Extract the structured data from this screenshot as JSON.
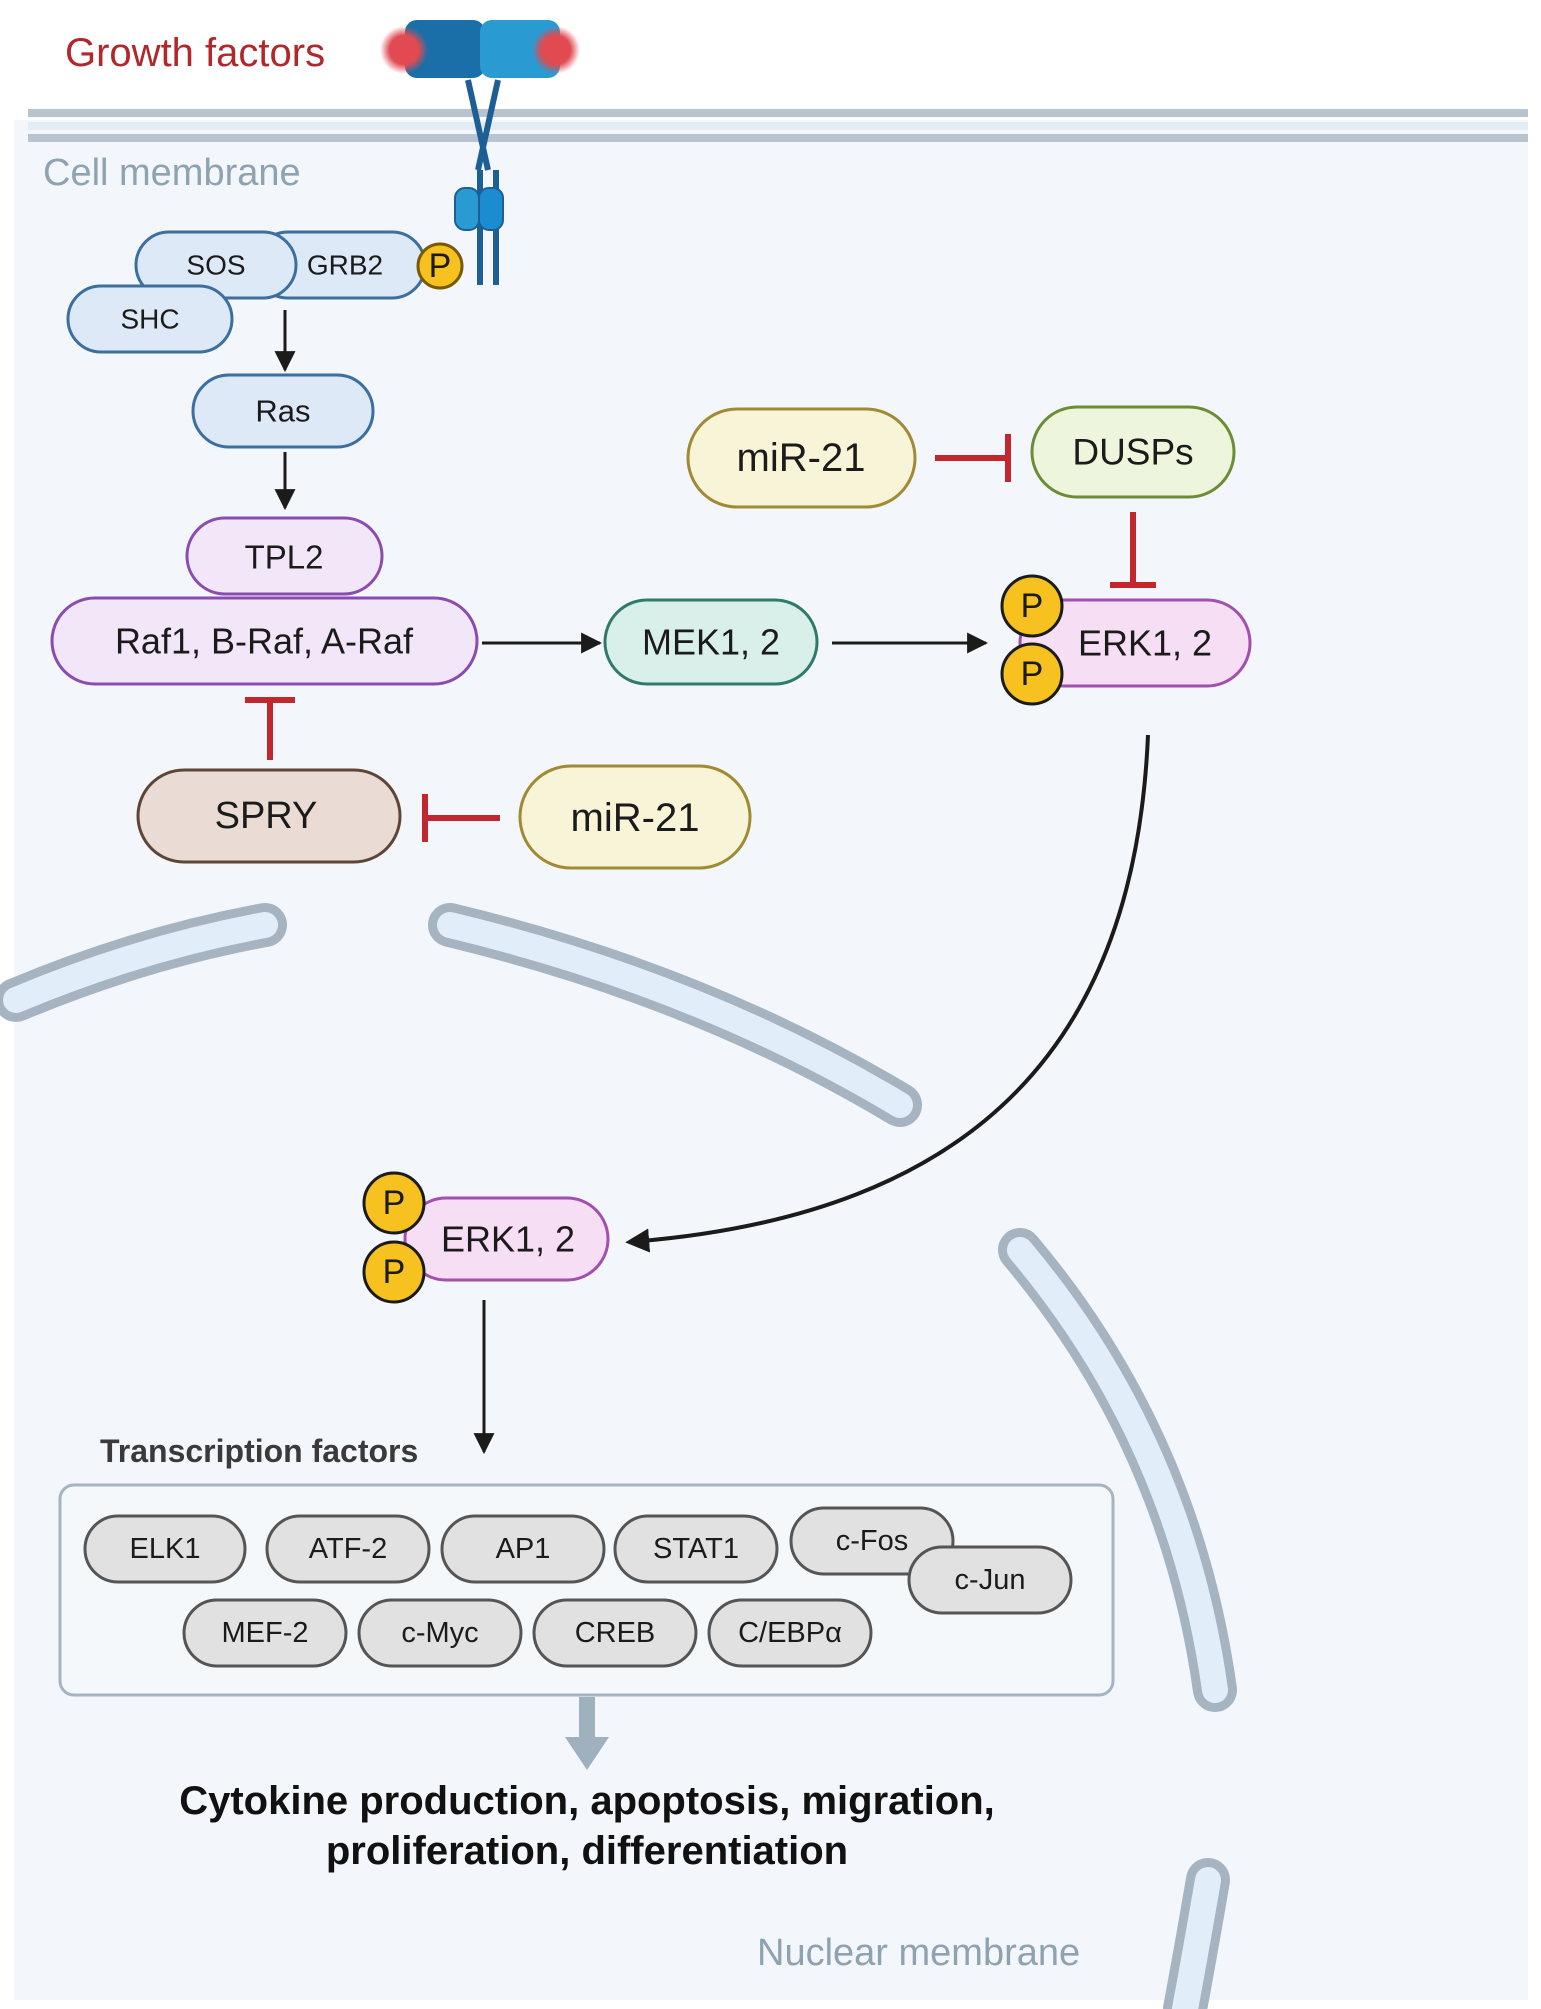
{
  "labels": {
    "growth_factors": "Growth factors",
    "cell_membrane": "Cell membrane",
    "nuclear_membrane": "Nuclear membrane",
    "transcription_factors": "Transcription factors",
    "outcome_line1": "Cytokine production, apoptosis, migration,",
    "outcome_line2": "proliferation, differentiation"
  },
  "nodes": {
    "sos": "SOS",
    "grb2": "GRB2",
    "shc": "SHC",
    "ras": "Ras",
    "tpl2": "TPL2",
    "raf": "Raf1, B-Raf, A-Raf",
    "mek": "MEK1, 2",
    "erk_cyto": "ERK1, 2",
    "erk_nuc": "ERK1, 2",
    "mir21_top": "miR-21",
    "dusps": "DUSPs",
    "spry": "SPRY",
    "mir21_bottom": "miR-21",
    "phospho": "P"
  },
  "transcription_factors": [
    "ELK1",
    "ATF-2",
    "AP1",
    "STAT1",
    "c-Fos",
    "c-Jun",
    "MEF-2",
    "c-Myc",
    "CREB",
    "C/EBPα"
  ],
  "colors": {
    "growth_factor_text": "#b0272c",
    "membrane_label": "#8fa2b0",
    "blue_node_fill": "#dde9f6",
    "blue_node_stroke": "#3d6f9e",
    "purple_fill": "#f2e6f9",
    "purple_stroke": "#8a4cb0",
    "teal_fill": "#d9efe9",
    "teal_stroke": "#2f7a6a",
    "pink_fill": "#f6def4",
    "pink_stroke": "#a24fb0",
    "yellow_fill": "#f8f4d8",
    "yellow_stroke": "#a08a33",
    "green_fill": "#eef5dd",
    "green_stroke": "#6b8d35",
    "brown_fill": "#eadcd4",
    "brown_stroke": "#5e4637",
    "gray_fill": "#e1e1e1",
    "gray_stroke": "#555555",
    "phospho_fill": "#f7c21f",
    "phospho_stroke": "#7a5a00",
    "inhibit": "#c1272d",
    "receptor_dark": "#1a6fa8",
    "receptor_light": "#2a9ad3",
    "ligand": "#e04a50"
  }
}
